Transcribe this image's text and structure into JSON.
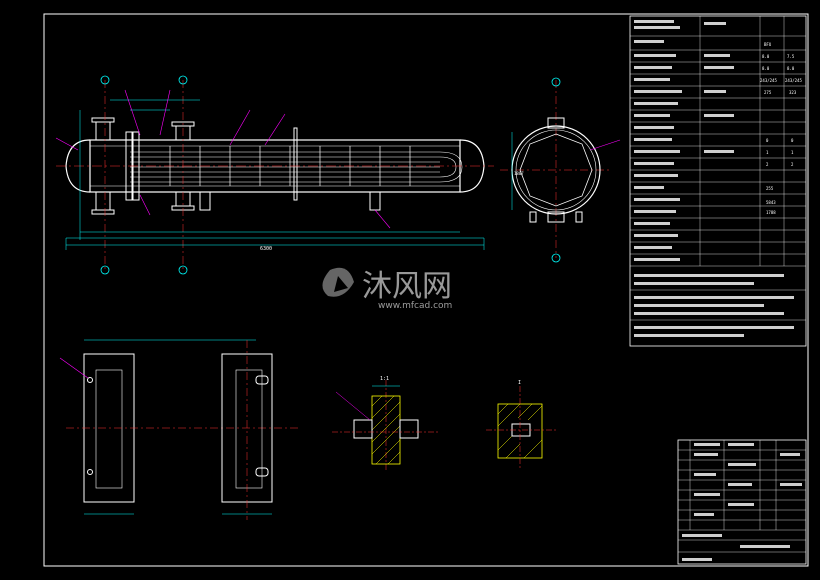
{
  "title_block": {
    "row_values": [
      [
        "8.0",
        "7.5"
      ],
      [
        "8.0",
        "8.0"
      ],
      [
        "243/245",
        "243/245"
      ],
      [
        "275",
        "323"
      ],
      [
        "0",
        "0"
      ],
      [
        "1",
        "1"
      ],
      [
        "2",
        "2"
      ]
    ],
    "top_right_label": "BFU",
    "extra_value_1": "255",
    "extra_value_2": "1788",
    "extra_value_3": "5843"
  },
  "watermark": {
    "chinese_text": "沐风网",
    "url_text": "www.mfcad.com"
  },
  "drawing_labels": {
    "dimension_overall_length": "6300",
    "dimension_height_main": "1807",
    "section_marker_1": "1:1",
    "section_marker_2": "I"
  },
  "colors": {
    "outline": "#ffffff",
    "annotation": "#00ffff",
    "center_line": "#ff3333",
    "hatch": "#ffff00",
    "leader": "#ff00ff",
    "tube": "#ffffff",
    "background": "#000000"
  }
}
